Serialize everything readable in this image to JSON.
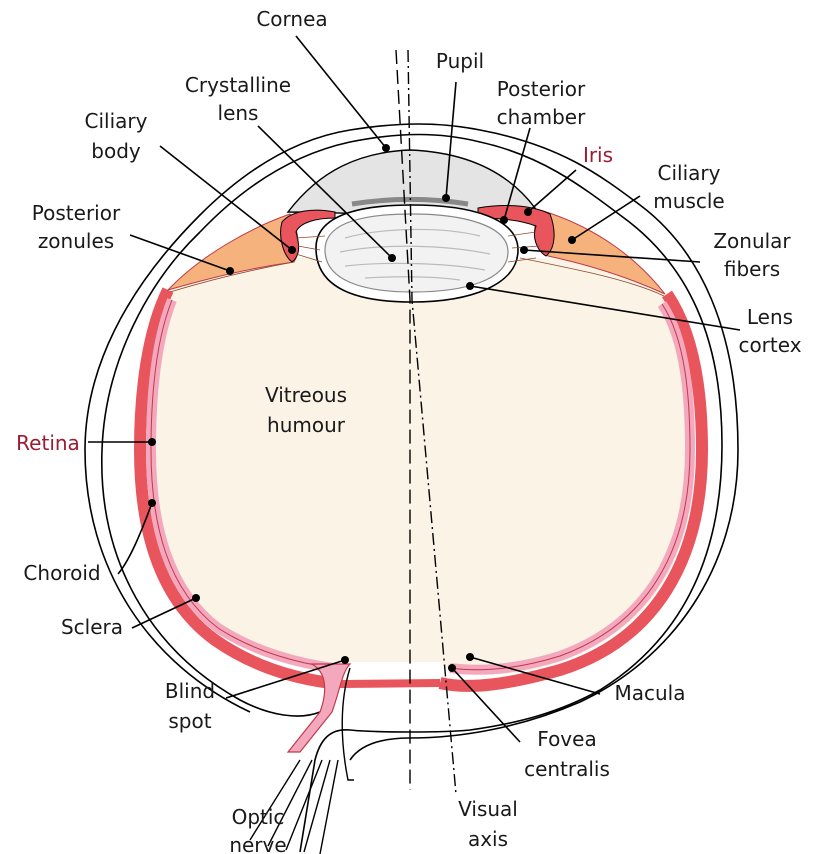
{
  "labels": {
    "cornea": "Cornea",
    "pupil": "Pupil",
    "crystalline_lens": [
      "Crystalline",
      "lens"
    ],
    "posterior_chamber": [
      "Posterior",
      "chamber"
    ],
    "ciliary_body": [
      "Ciliary",
      "body"
    ],
    "iris": "Iris",
    "ciliary_muscle": [
      "Ciliary",
      "muscle"
    ],
    "posterior_zonules": [
      "Posterior",
      "zonules"
    ],
    "zonular_fibers": [
      "Zonular",
      "fibers"
    ],
    "lens_cortex": [
      "Lens",
      "cortex"
    ],
    "vitreous_humour": [
      "Vitreous",
      "humour"
    ],
    "retina": "Retina",
    "choroid": "Choroid",
    "sclera": "Sclera",
    "blind_spot": [
      "Blind",
      "spot"
    ],
    "macula": "Macula",
    "fovea_centralis": [
      "Fovea",
      "centralis"
    ],
    "optic_nerve": [
      "Optic",
      "nerve"
    ],
    "visual_axis": [
      "Visual",
      "axis"
    ]
  },
  "colors": {
    "sclera_fill": "#ffffff",
    "choroid": "#e8555c",
    "retina": "#f4a8bd",
    "vitreous": "#faf3e6",
    "cornea_chamber": "#e4e4e4",
    "ciliary": "#f5b27c",
    "lens": "#ffffff",
    "highlight_label": "#9b1c31"
  }
}
